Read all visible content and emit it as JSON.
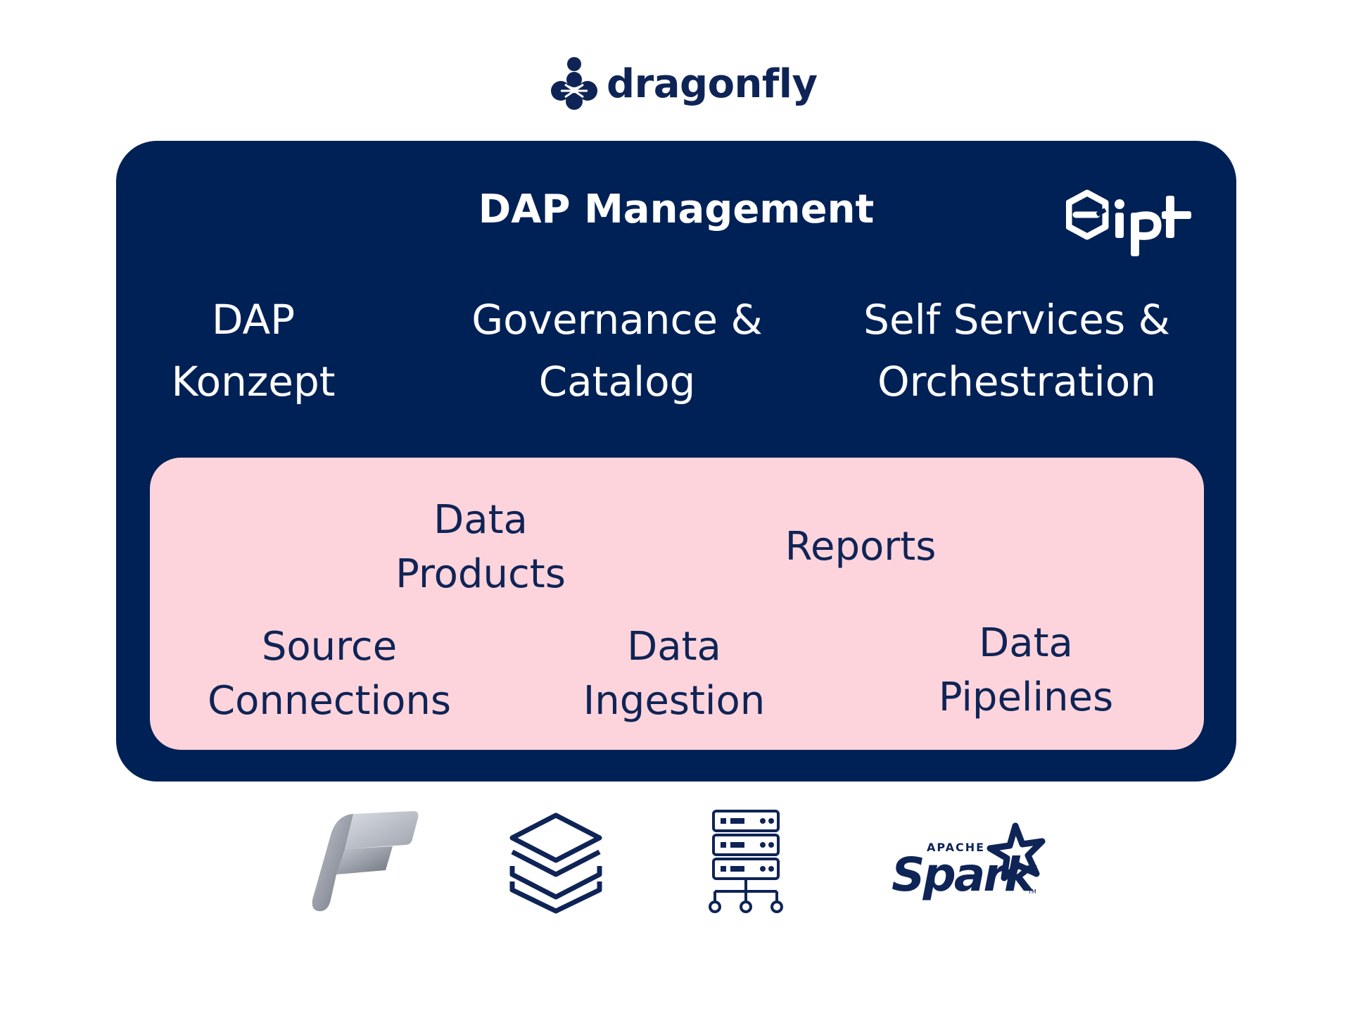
{
  "brand": {
    "name": "dragonfly",
    "color": "#0f2456"
  },
  "panel": {
    "title": "DAP Management",
    "logo": "ipt",
    "background": "#002156",
    "items": [
      {
        "text": "DAP\nKonzept"
      },
      {
        "text": "Governance &\nCatalog"
      },
      {
        "text": "Self Services &\nOrchestration"
      }
    ]
  },
  "inner": {
    "background": "#fdd4dc",
    "items": [
      {
        "text": "Data\nProducts"
      },
      {
        "text": "Reports"
      },
      {
        "text": "Source\nConnections"
      },
      {
        "text": "Data\nIngestion"
      },
      {
        "text": "Data\nPipelines"
      }
    ]
  },
  "tech_logos": [
    {
      "icon": "microsoft-fabric-icon"
    },
    {
      "icon": "databricks-icon"
    },
    {
      "icon": "server-network-icon"
    },
    {
      "icon": "apache-spark-logo",
      "text_small": "APACHE",
      "text_main": "Spark",
      "tm": "TM"
    }
  ]
}
